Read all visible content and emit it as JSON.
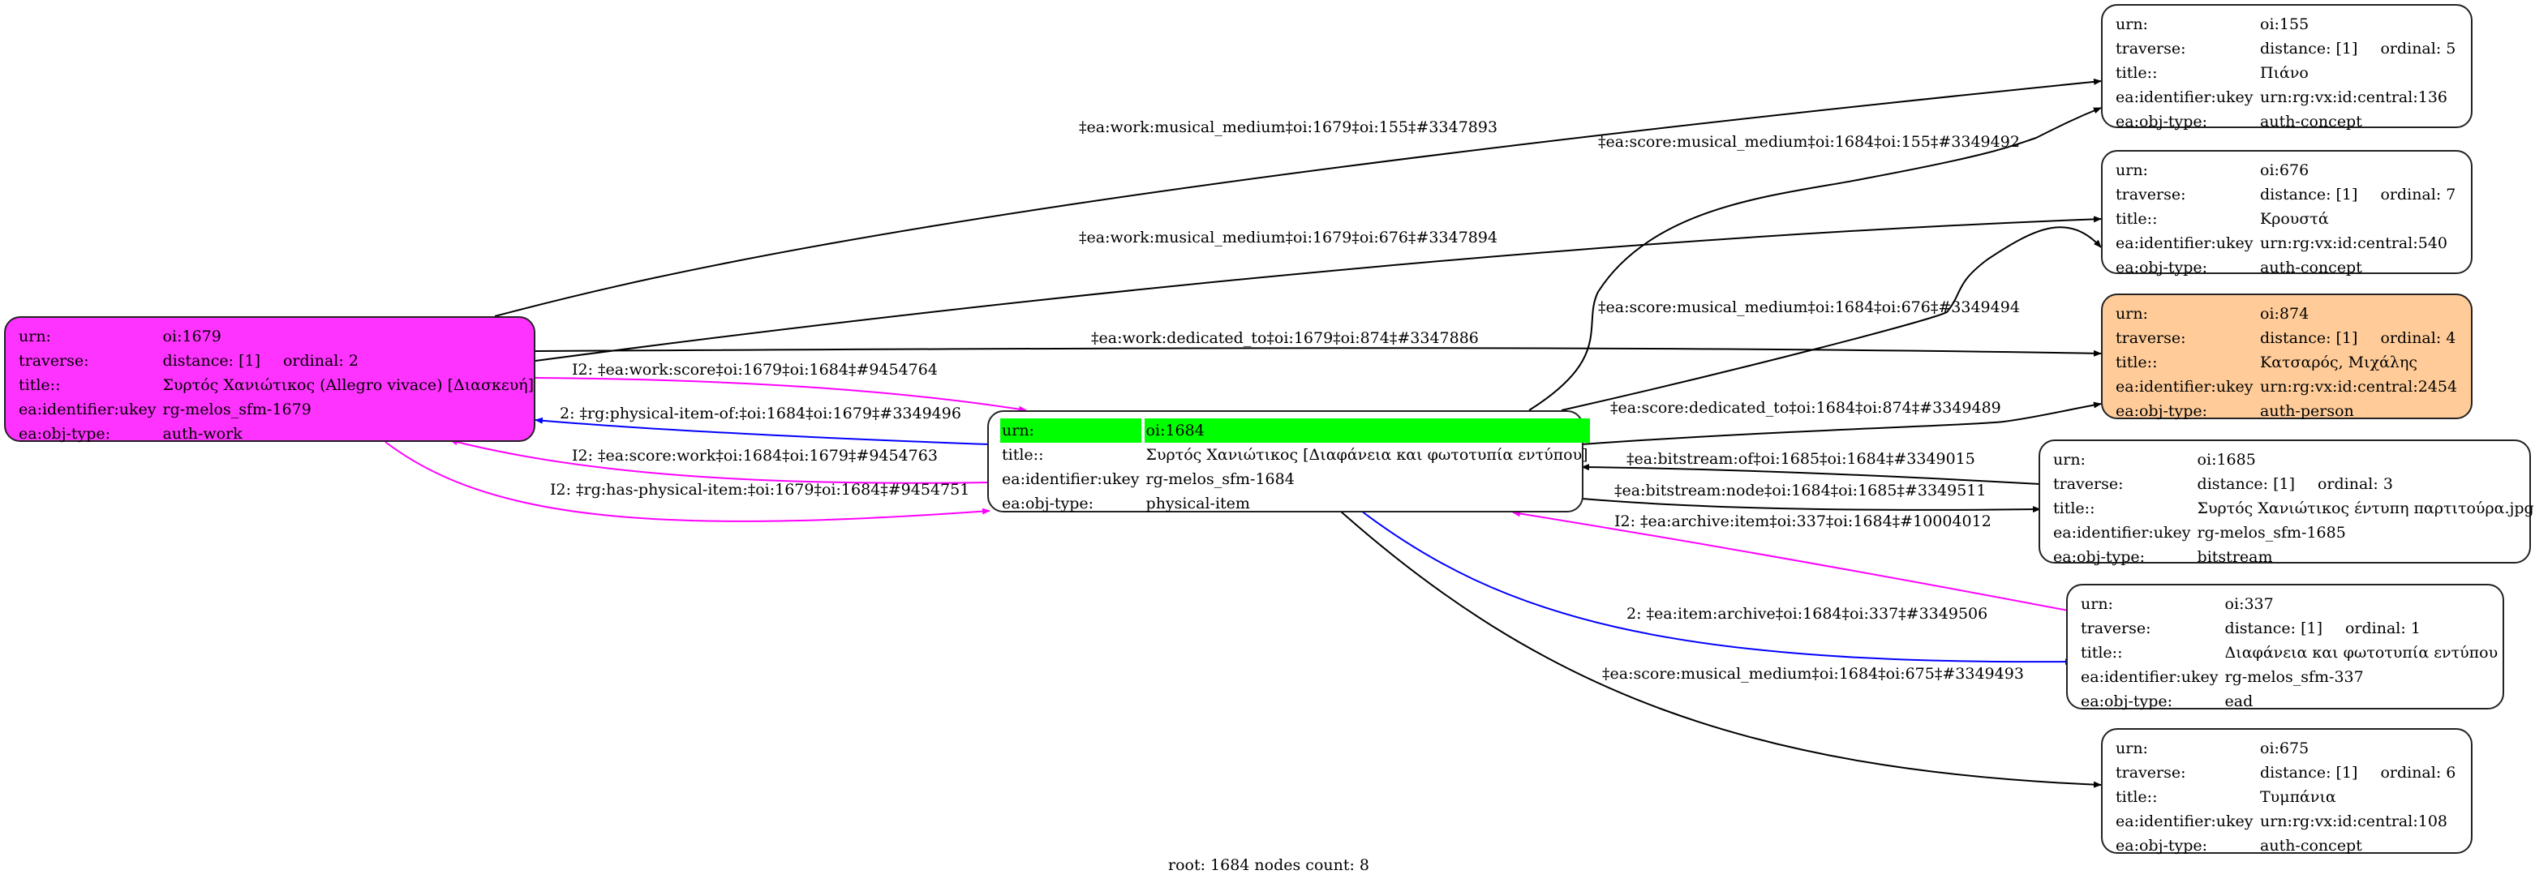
{
  "colors": {
    "work_node": "#ff33ff",
    "person_node": "#ffcc99",
    "root_highlight": "#00ff00",
    "edge_default": "#000000",
    "edge_inverse": "#ff00ff",
    "edge_level2": "#0000ff"
  },
  "labels": {
    "urn": "urn:",
    "traverse": "traverse:",
    "title": "title::",
    "ukey": "ea:identifier:ukey",
    "objtype": "ea:obj-type:"
  },
  "nodes": {
    "n1679": {
      "urn": "oi:1679",
      "distance": "distance: [1]",
      "ordinal": "ordinal: 2",
      "title": "Συρτός Χανιώτικος (Allegro vivace) [Διασκευή]",
      "ukey": "rg-melos_sfm-1679",
      "objtype": "auth-work"
    },
    "n1684": {
      "urn": "oi:1684",
      "title": "Συρτός Χανιώτικος [Διαφάνεια και φωτοτυπία εντύπου]",
      "ukey": "rg-melos_sfm-1684",
      "objtype": "physical-item"
    },
    "n155": {
      "urn": "oi:155",
      "distance": "distance: [1]",
      "ordinal": "ordinal: 5",
      "title": "Πιάνο",
      "ukey": "urn:rg:vx:id:central:136",
      "objtype": "auth-concept"
    },
    "n676": {
      "urn": "oi:676",
      "distance": "distance: [1]",
      "ordinal": "ordinal: 7",
      "title": "Κρουστά",
      "ukey": "urn:rg:vx:id:central:540",
      "objtype": "auth-concept"
    },
    "n874": {
      "urn": "oi:874",
      "distance": "distance: [1]",
      "ordinal": "ordinal: 4",
      "title": "Κατσαρός, Μιχάλης",
      "ukey": "urn:rg:vx:id:central:2454",
      "objtype": "auth-person"
    },
    "n1685": {
      "urn": "oi:1685",
      "distance": "distance: [1]",
      "ordinal": "ordinal: 3",
      "title": "Συρτός Χανιώτικος έντυπη παρτιτούρα.jpg",
      "ukey": "rg-melos_sfm-1685",
      "objtype": "bitstream"
    },
    "n337": {
      "urn": "oi:337",
      "distance": "distance: [1]",
      "ordinal": "ordinal: 1",
      "title": "Διαφάνεια και φωτοτυπία εντύπου",
      "ukey": "rg-melos_sfm-337",
      "objtype": "ead"
    },
    "n675": {
      "urn": "oi:675",
      "distance": "distance: [1]",
      "ordinal": "ordinal: 6",
      "title": "Τυμπάνια",
      "ukey": "urn:rg:vx:id:central:108",
      "objtype": "auth-concept"
    }
  },
  "edges": [
    {
      "label": "‡ea:work:musical_medium‡oi:1679‡oi:155‡#3347893",
      "from": "oi:1679",
      "to": "oi:155",
      "kind": "default"
    },
    {
      "label": "‡ea:score:musical_medium‡oi:1684‡oi:155‡#3349492",
      "from": "oi:1684",
      "to": "oi:155",
      "kind": "default"
    },
    {
      "label": "‡ea:work:musical_medium‡oi:1679‡oi:676‡#3347894",
      "from": "oi:1679",
      "to": "oi:676",
      "kind": "default"
    },
    {
      "label": "‡ea:score:musical_medium‡oi:1684‡oi:676‡#3349494",
      "from": "oi:1684",
      "to": "oi:676",
      "kind": "default"
    },
    {
      "label": "‡ea:work:dedicated_to‡oi:1679‡oi:874‡#3347886",
      "from": "oi:1679",
      "to": "oi:874",
      "kind": "default"
    },
    {
      "label": "I2: ‡ea:work:score‡oi:1679‡oi:1684‡#9454764",
      "from": "oi:1679",
      "to": "oi:1684",
      "kind": "inverse"
    },
    {
      "label": "‡ea:score:dedicated_to‡oi:1684‡oi:874‡#3349489",
      "from": "oi:1684",
      "to": "oi:874",
      "kind": "default"
    },
    {
      "label": "2: ‡rg:physical-item-of:‡oi:1684‡oi:1679‡#3349496",
      "from": "oi:1684",
      "to": "oi:1679",
      "kind": "level2"
    },
    {
      "label": "I2: ‡ea:score:work‡oi:1684‡oi:1679‡#9454763",
      "from": "oi:1684",
      "to": "oi:1679",
      "kind": "inverse"
    },
    {
      "label": "‡ea:bitstream:of‡oi:1685‡oi:1684‡#3349015",
      "from": "oi:1685",
      "to": "oi:1684",
      "kind": "default"
    },
    {
      "label": "I2: ‡rg:has-physical-item:‡oi:1679‡oi:1684‡#9454751",
      "from": "oi:1679",
      "to": "oi:1684",
      "kind": "inverse"
    },
    {
      "label": "‡ea:bitstream:node‡oi:1684‡oi:1685‡#3349511",
      "from": "oi:1684",
      "to": "oi:1685",
      "kind": "default"
    },
    {
      "label": "I2: ‡ea:archive:item‡oi:337‡oi:1684‡#10004012",
      "from": "oi:337",
      "to": "oi:1684",
      "kind": "inverse"
    },
    {
      "label": "2: ‡ea:item:archive‡oi:1684‡oi:337‡#3349506",
      "from": "oi:1684",
      "to": "oi:337",
      "kind": "level2"
    },
    {
      "label": "‡ea:score:musical_medium‡oi:1684‡oi:675‡#3349493",
      "from": "oi:1684",
      "to": "oi:675",
      "kind": "default"
    }
  ],
  "footer": "root: 1684 nodes count: 8"
}
